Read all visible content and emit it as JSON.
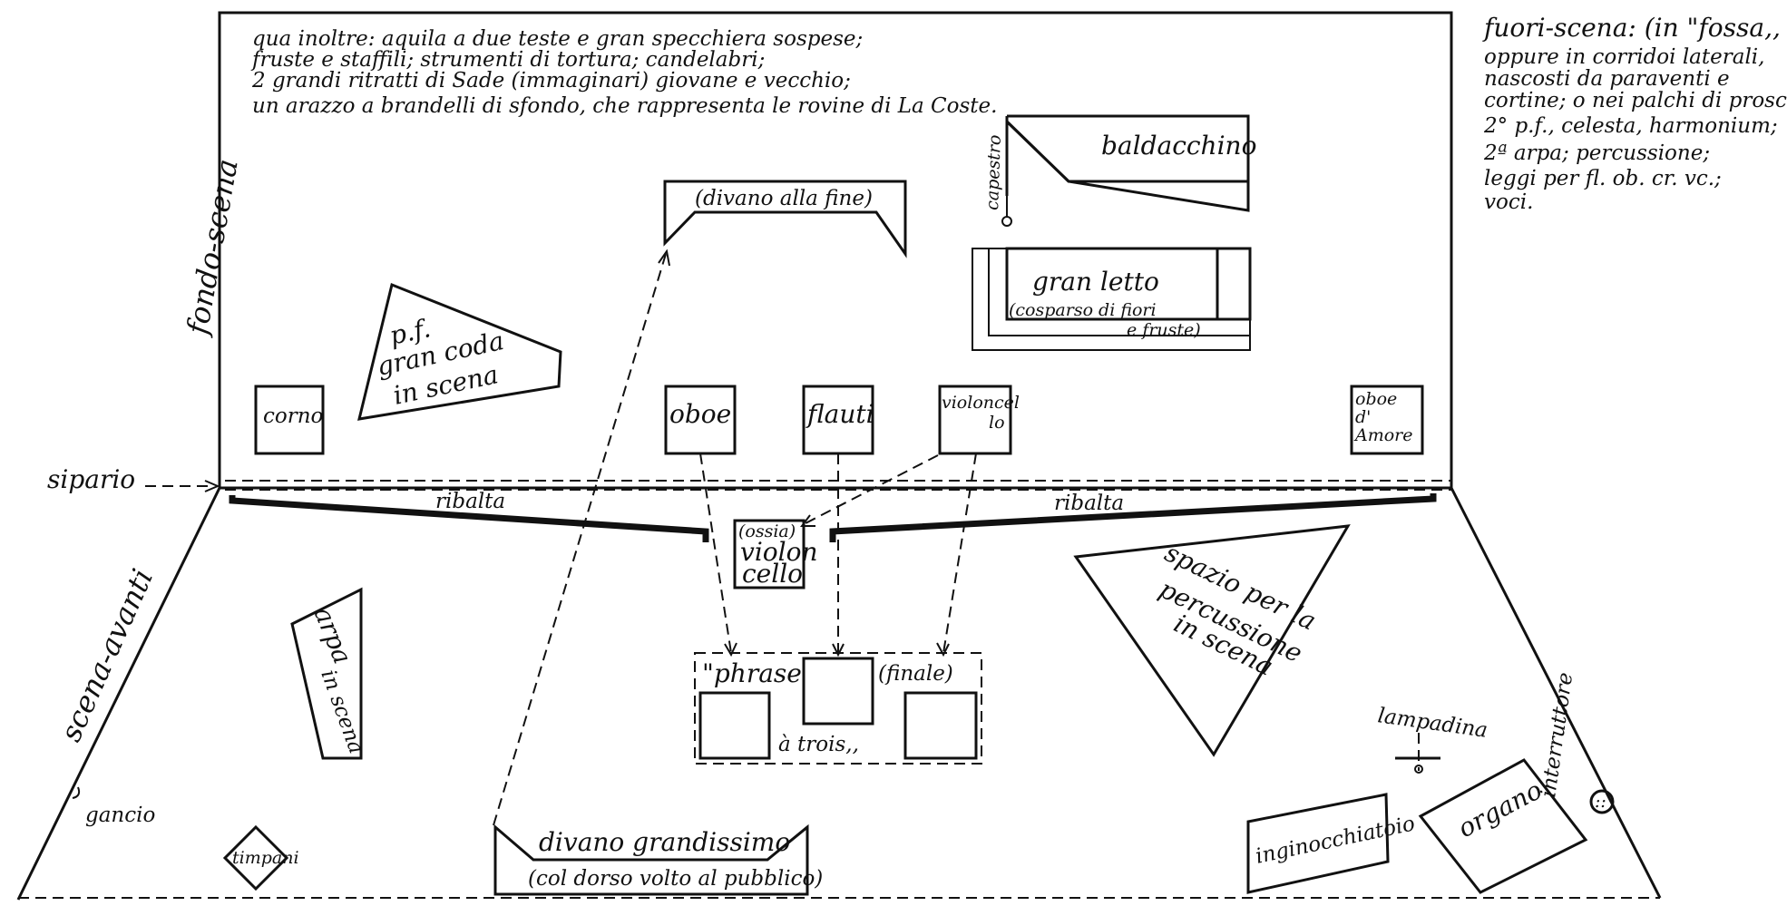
{
  "colors": {
    "ink": "#111111",
    "paper": "#ffffff"
  },
  "labels": {
    "notes_line1": "qua inoltre: aquila a due teste e gran specchiera sospese;",
    "notes_line2": "fruste e staffili; strumenti di tortura; candelabri;",
    "notes_line3": "2 grandi ritratti di Sade (immaginari) giovane e vecchio;",
    "notes_line4": "un arazzo a brandelli di sfondo, che rappresenta le rovine di La Coste.",
    "offstage_line1": "fuori-scena: (in \"fossa,, -",
    "offstage_line2": "oppure in corridoi laterali,",
    "offstage_line3": "nascosti da paraventi e",
    "offstage_line4": "cortine; o nei palchi di proscenio)",
    "offstage_line5": "2° p.f., celesta, harmonium;",
    "offstage_line6": "2ª arpa; percussione;",
    "offstage_line7": "leggi per fl. ob. cr. vc.;",
    "offstage_line8": "voci.",
    "fondo_scena": "fondo-scena",
    "sipario": "sipario",
    "scena_avanti": "scena-avanti",
    "ribalta_left": "ribalta",
    "ribalta_right": "ribalta",
    "divano_fine": "(divano alla fine)",
    "capestro": "capestro",
    "baldacchino": "baldacchino",
    "gran_letto": "gran letto",
    "cosparso_1": "(cosparso di fiori",
    "cosparso_2": "e fruste)",
    "pf_1": "p.f.",
    "pf_2": "gran coda",
    "pf_3": "in scena",
    "corno": "corno",
    "oboe": "oboe",
    "flauti": "flauti",
    "violoncello_1": "violoncel",
    "violoncello_2": "lo",
    "oboe_amore_1": "oboe",
    "oboe_amore_2": "d'",
    "oboe_amore_3": "Amore",
    "ossia_1": "(ossia)",
    "ossia_2": "violon",
    "ossia_3": "cello",
    "spazio_1": "spazio per la",
    "spazio_2": "percussione",
    "spazio_3": "in scena",
    "arpa_1": "arpa",
    "arpa_2": "in scena",
    "phrase": "\"phrase",
    "finale": "(finale)",
    "a_trois": "à trois,,",
    "lampadina": "lampadina",
    "interruttore": "interruttore",
    "gancio": "gancio",
    "timpani": "timpani",
    "divano_grand_1": "divano grandissimo",
    "divano_grand_2": "(col dorso volto al pubblico)",
    "inginocchiatoio": "inginocchiatoio",
    "organo": "organo"
  }
}
